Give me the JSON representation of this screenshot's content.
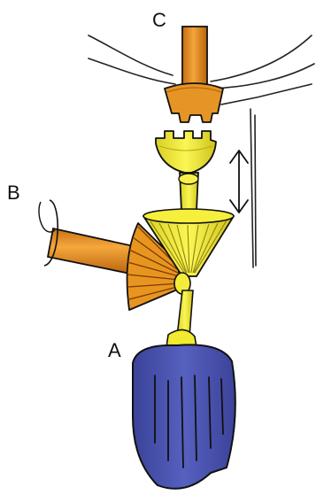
{
  "labels": {
    "a": "A",
    "b": "B",
    "c": "C"
  },
  "colors": {
    "shaft_orange": "#e8951f",
    "gear_yellow": "#f2ee3a",
    "handle_blue": "#4b54b0",
    "outline": "#111111"
  },
  "icons": {
    "movement": "double-headed-arrow-icon"
  }
}
